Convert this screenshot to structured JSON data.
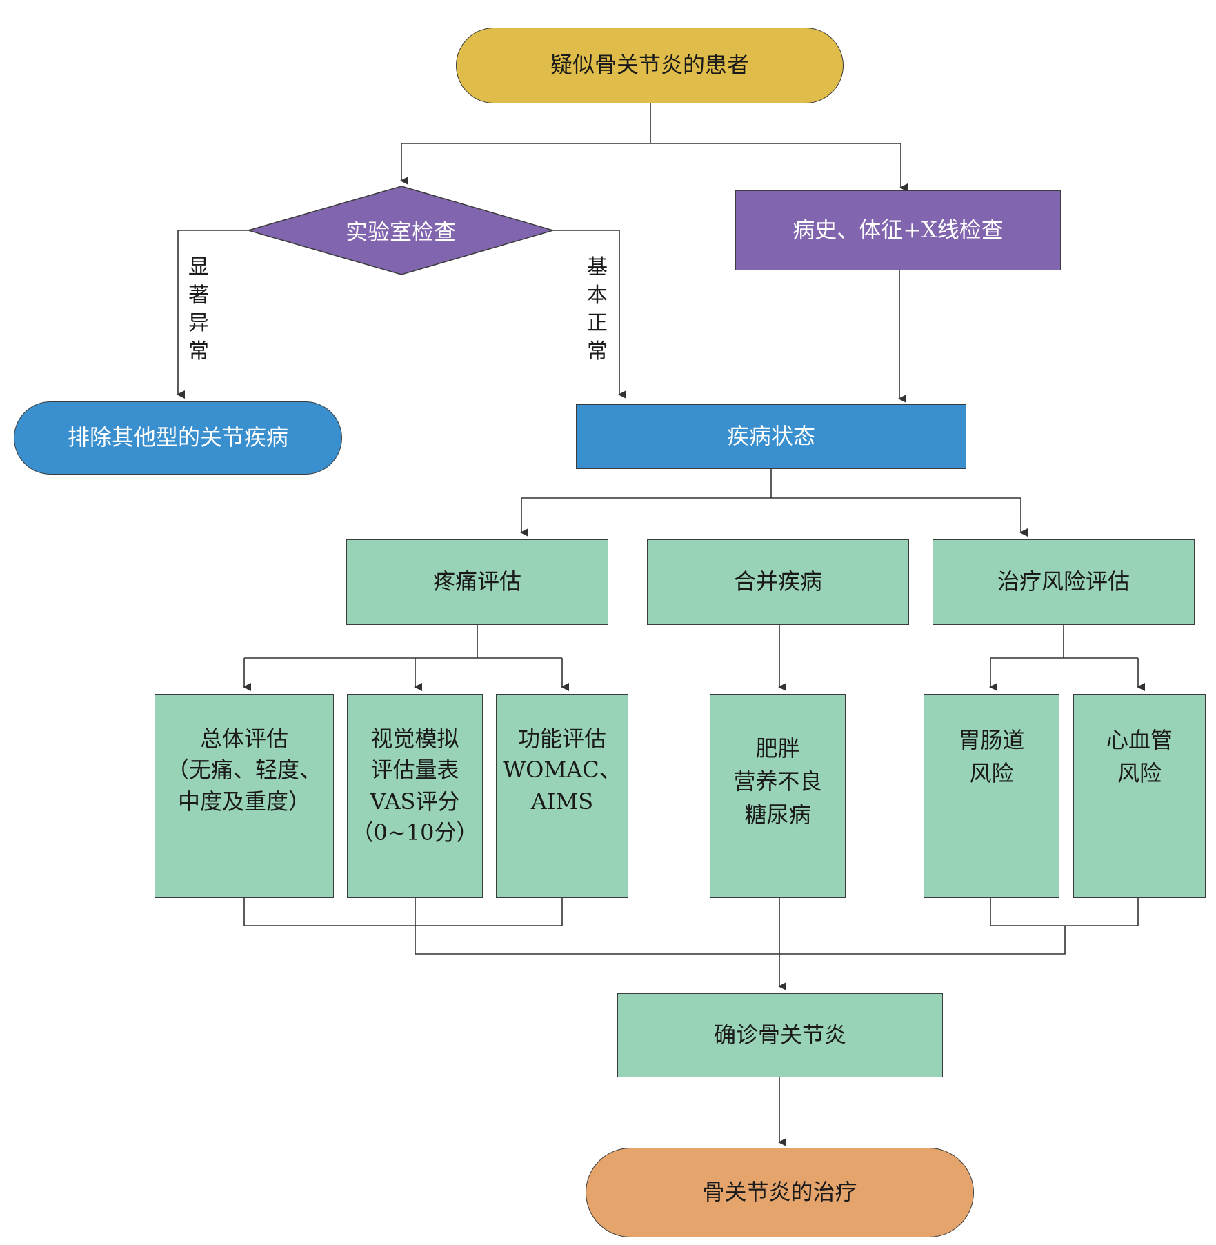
{
  "colors": {
    "start": "#e0bd4a",
    "purple": "#8165ae",
    "blue": "#3a8fce",
    "green": "#99d3b7",
    "end": "#e4a46c",
    "line": "#333333"
  },
  "nodes": {
    "start": "疑似骨关节炎的患者",
    "lab": "实验室检查",
    "history": "病史、体征+X线检查",
    "exclude": "排除其他型的关节疾病",
    "status": "疾病状态",
    "pain": "疼痛评估",
    "comorbid": "合并疾病",
    "risk": "治疗风险评估",
    "overall": "总体评估\n（无痛、轻度、\n中度及重度）",
    "vas": "视觉模拟\n评估量表\nVAS评分\n（0~10分）",
    "function": "功能评估\nWOMAC、\nAIMS",
    "conditions": "肥胖\n营养不良\n糖尿病",
    "gi": "胃肠道\n风险",
    "cv": "心血管\n风险",
    "diagnosis": "确诊骨关节炎",
    "treatment": "骨关节炎的治疗"
  },
  "labels": {
    "abnormal": "显\n著\n异\n常",
    "normal": "基\n本\n正\n常"
  }
}
